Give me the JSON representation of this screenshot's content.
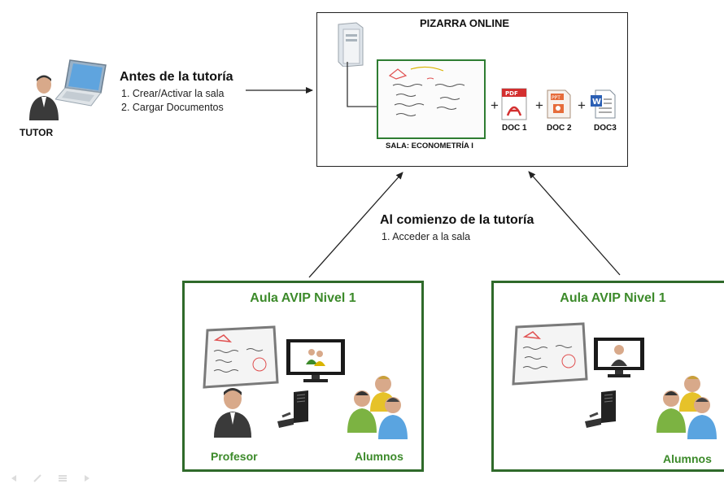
{
  "tutor": {
    "label": "TUTOR"
  },
  "before": {
    "heading": "Antes de la tutoría",
    "steps": [
      "1.  Crear/Activar la sala",
      "2.  Cargar Documentos"
    ]
  },
  "board": {
    "title": "PIZARRA ONLINE",
    "room": "SALA: ECONOMETRÍA  I",
    "plus": "+",
    "docs": [
      {
        "label": "DOC 1",
        "icon": "pdf-icon"
      },
      {
        "label": "DOC 2",
        "icon": "ppt-icon"
      },
      {
        "label": "DOC3",
        "icon": "word-icon"
      }
    ]
  },
  "start": {
    "heading": "Al comienzo de la tutoría",
    "steps": [
      "1.  Acceder a la sala"
    ]
  },
  "aula_left": {
    "title": "Aula AVIP Nivel 1",
    "profesor": "Profesor",
    "alumnos": "Alumnos"
  },
  "aula_right": {
    "title": "Aula AVIP Nivel 1",
    "alumnos": "Alumnos"
  },
  "colors": {
    "aula_border": "#2f6a2a",
    "aula_text": "#3c8a2a"
  }
}
